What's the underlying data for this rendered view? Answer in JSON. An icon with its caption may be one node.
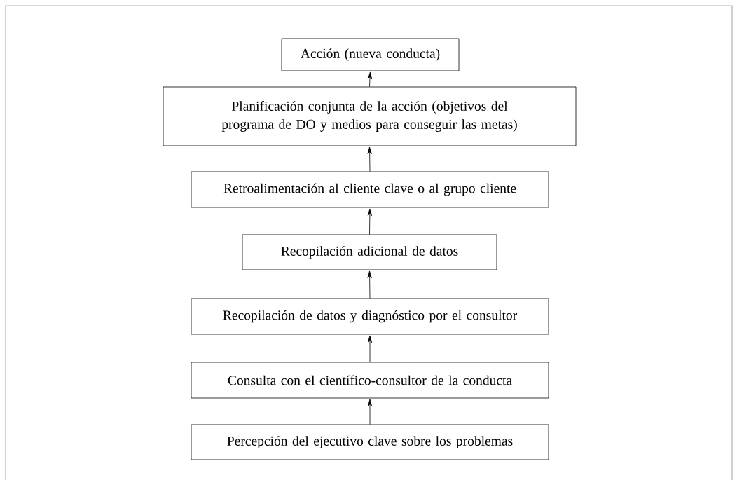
{
  "diagram": {
    "nodes": [
      {
        "text": [
          "Acción (nueva conducta)"
        ]
      },
      {
        "text": [
          "Planificación conjunta de la acción (objetivos del programa de DO y medios para conseguir las metas)"
        ]
      },
      {
        "text": [
          "Retroalimentación al cliente clave o al grupo cliente"
        ]
      },
      {
        "text": [
          "Recopilación adicional de datos"
        ]
      },
      {
        "text": [
          "Recopilación de datos y diagnóstico por el consultor"
        ]
      },
      {
        "text": [
          "Consulta con el científico-consultor de la conducta"
        ]
      },
      {
        "text": [
          "Percepción del ejecutivo clave sobre los problemas"
        ]
      }
    ],
    "edges": [
      {
        "from": 6,
        "to": 5,
        "arrow": "to"
      },
      {
        "from": 5,
        "to": 4,
        "arrow": "to"
      },
      {
        "from": 4,
        "to": 3,
        "arrow": "to"
      },
      {
        "from": 3,
        "to": 2,
        "arrow": "to"
      },
      {
        "from": 2,
        "to": 1,
        "arrow": "to"
      },
      {
        "from": 1,
        "to": 0,
        "arrow": "to"
      }
    ]
  }
}
